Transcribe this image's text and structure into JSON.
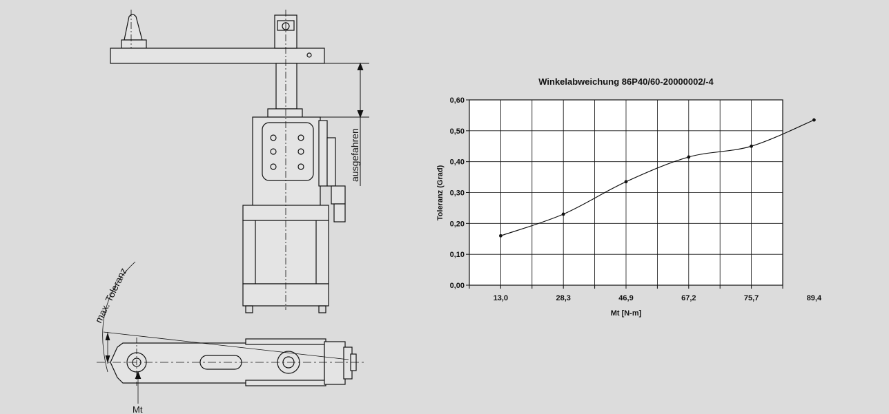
{
  "drawing": {
    "label_extended": "ausgefahren",
    "label_max_tolerance": "max. Toleranz",
    "label_torque": "Mt"
  },
  "colors": {
    "background": "#dcdcdc",
    "plot_background": "#ffffff",
    "ink": "#111111"
  },
  "chart_data": {
    "type": "line",
    "title": "Winkelabweichung 86P40/60-20000002/-4",
    "xlabel": "Mt [N-m]",
    "ylabel": "Toleranz (Grad)",
    "categories": [
      "13,0",
      "28,3",
      "46,9",
      "67,2",
      "75,7",
      "89,4"
    ],
    "values": [
      0.16,
      0.23,
      0.335,
      0.415,
      0.45,
      0.535
    ],
    "ylim": [
      0,
      0.6
    ],
    "yticks": [
      0,
      0.1,
      0.2,
      0.3,
      0.4,
      0.5,
      0.6
    ],
    "ytick_labels": [
      "0,00",
      "0,10",
      "0,20",
      "0,30",
      "0,40",
      "0,50",
      "0,60"
    ],
    "grid": true,
    "legend": "none"
  }
}
